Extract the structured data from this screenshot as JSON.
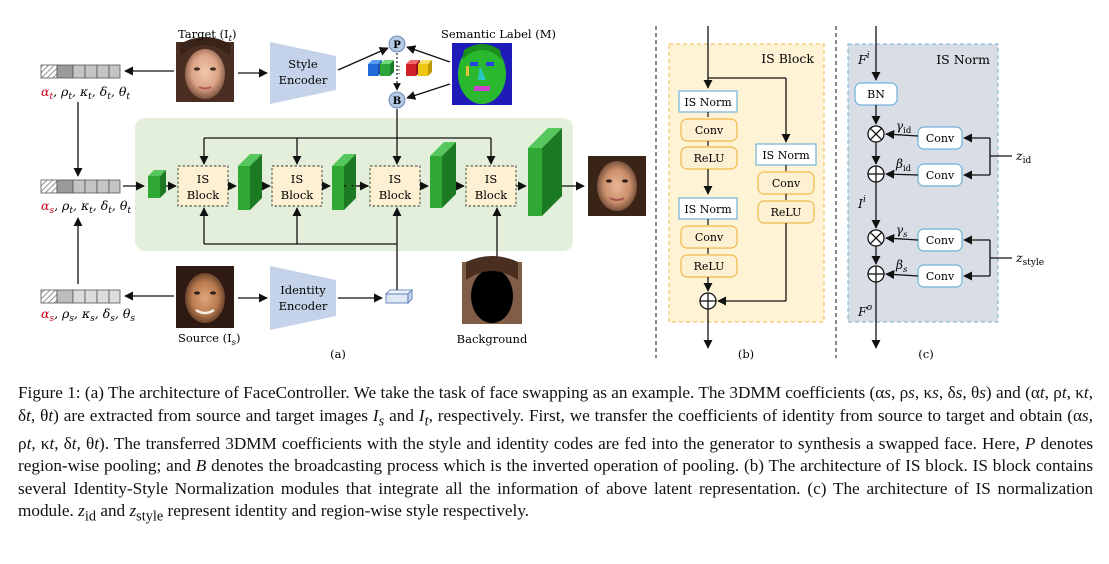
{
  "figure": {
    "panel_a": {
      "target_label": "Target (I",
      "target_sub": "t",
      "source_label": "Source (I",
      "source_sub": "s",
      "style_encoder": [
        "Style",
        "Encoder"
      ],
      "identity_encoder": [
        "Identity",
        "Encoder"
      ],
      "semantic_label": "Semantic Label (M)",
      "pool_node": "P",
      "broadcast_node": "B",
      "is_block_line1": "IS",
      "is_block_line2": "Block",
      "dots": "· · · ·",
      "background_label": "Background",
      "coef_target": [
        "α",
        "t",
        ", ρ",
        "t",
        ", κ",
        "t",
        ", δ",
        "t",
        ", θ",
        "t"
      ],
      "coef_mixed": [
        "α",
        "s",
        ", ρ",
        "t",
        ", κ",
        "t",
        ", δ",
        "t",
        ", θ",
        "t"
      ],
      "coef_source": [
        "α",
        "s",
        ", ρ",
        "s",
        ", κ",
        "s",
        ", δ",
        "s",
        ", θ",
        "s"
      ],
      "panel_label": "(a)"
    },
    "panel_b": {
      "title": "IS Block",
      "is_norm": "IS Norm",
      "conv": "Conv",
      "relu": "ReLU",
      "panel_label": "(b)"
    },
    "panel_c": {
      "title": "IS Norm",
      "bn": "BN",
      "conv": "Conv",
      "f_in": "F",
      "f_in_sup": "i",
      "i_mid": "I",
      "i_mid_sup": "i",
      "f_out": "F",
      "f_out_sup": "o",
      "gamma_id": "γ",
      "gamma_id_sub": "id",
      "beta_id": "β",
      "beta_id_sub": "id",
      "gamma_s": "γ",
      "gamma_s_sub": "s",
      "beta_s": "β",
      "beta_s_sub": "s",
      "z_id": "z",
      "z_id_sub": "id",
      "z_style": "z",
      "z_style_sub": "style",
      "panel_label": "(c)"
    },
    "colors": {
      "encoder_fill": "#c5d3ea",
      "generator_bg": "#e4efdb",
      "block_fill": "#fdf0d3",
      "is_norm_bg": "#d9dde6",
      "is_block_bg": "#fff3d6",
      "feature_green": "#2fa836",
      "node_fill": "#b4c8e4",
      "coef_red": "#d0021b"
    }
  },
  "caption": {
    "p1": "Figure 1: (a) The architecture of FaceController. We take the task of face swapping as an example. The 3DMM coefficients",
    "p2a": "(α",
    "p2_rest": ") and (α",
    "p3": "are extracted from source and target images",
    "p4": "the coefficients of identity from source to target and obtain",
    "p5": "The transferred 3DMM coefficients with the style",
    "p6": "and identity codes are fed into the generator to synthesis a swapped face. Here,",
    "p7": "denotes region-wise pooling; and",
    "p8": "denotes",
    "p9": "the broadcasting process which is the inverted operation of pooling. (b) The architecture of IS block. IS block contains several",
    "p10": "Identity-Style Normalization modules that integrate all the information of above latent representation. (c) The architecture of",
    "p11": "IS normalization module.",
    "p12": "and",
    "p13": "represent identity and region-wise style respectively."
  }
}
